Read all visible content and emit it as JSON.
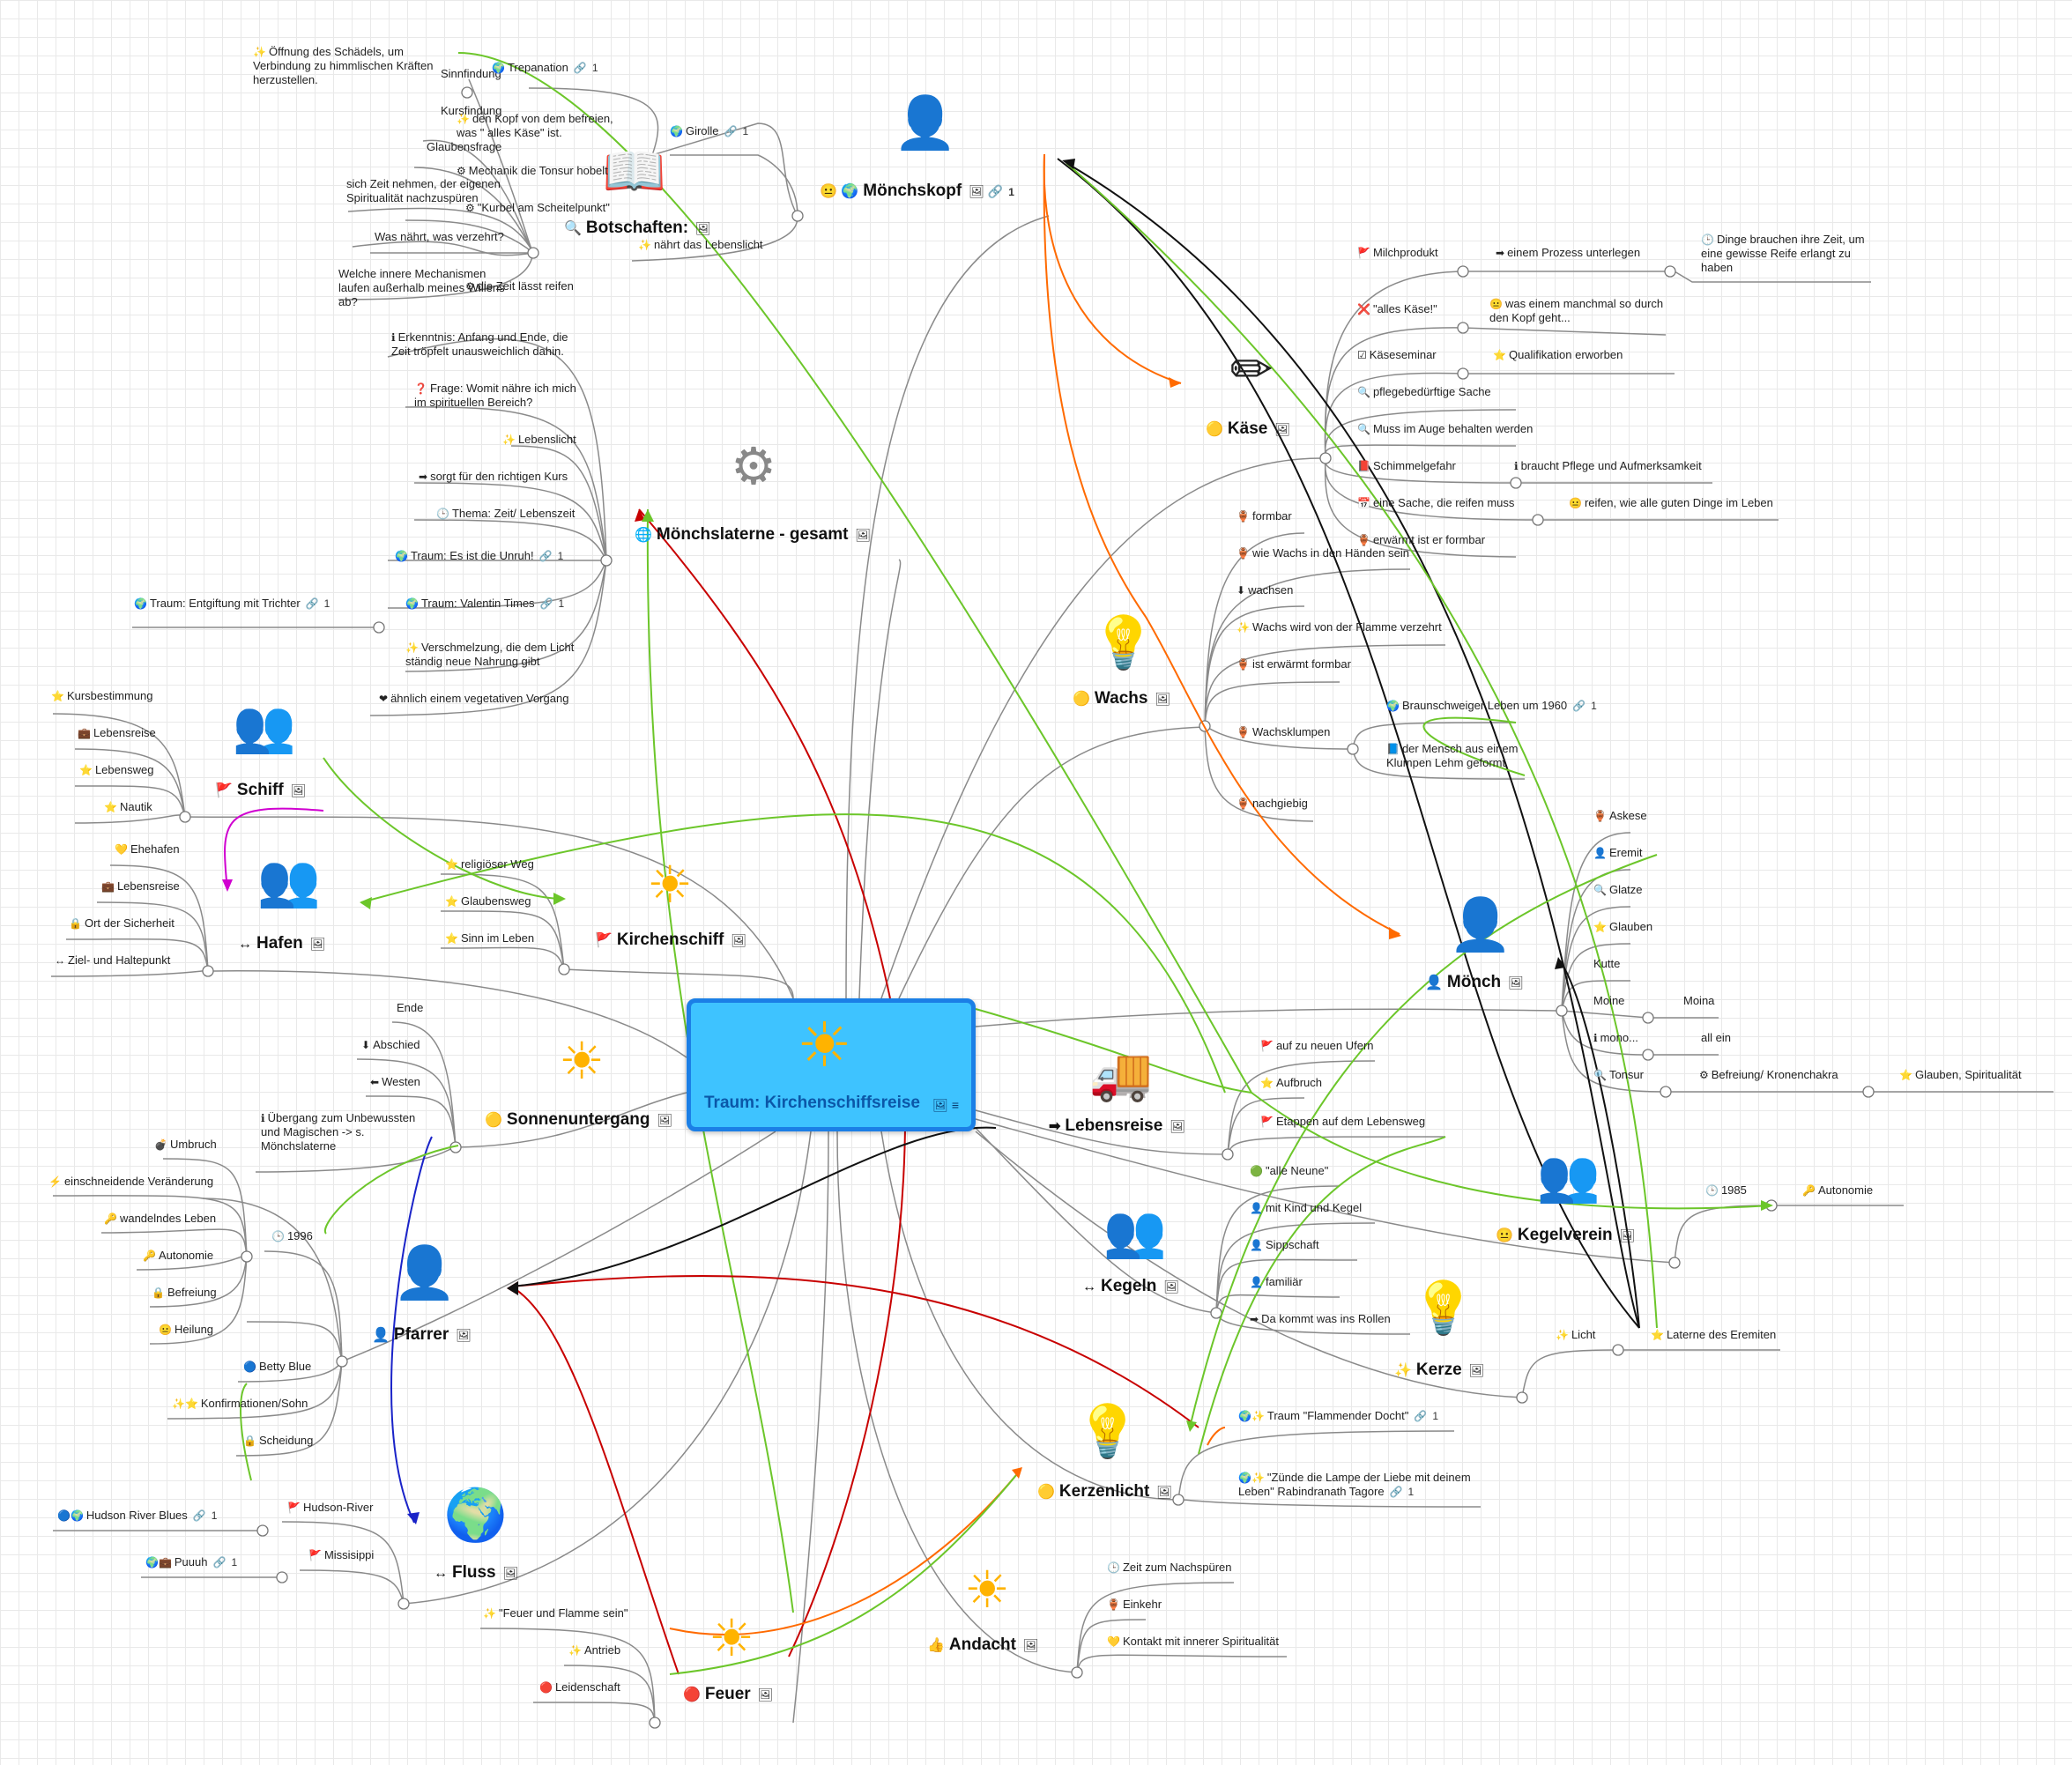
{
  "central": {
    "label": "Traum: Kirchenschiffsreise",
    "icon": "sun-icon",
    "tools": "🖼 ≡"
  },
  "colors": {
    "center_fill": "#3ec3ff",
    "center_border": "#1b7fe6",
    "green": "#6cc62a",
    "red": "#c80000",
    "orange": "#ff6a00",
    "black": "#111111",
    "blue": "#1a23c8",
    "magenta": "#d000d0",
    "line": "#8a8a8a"
  },
  "topics": {
    "moenchskopf": {
      "label": "Mönchskopf",
      "icons": "😐 🌍",
      "link_count": "1"
    },
    "botschaften": {
      "label": "Botschaften:",
      "icons": "🔍"
    },
    "moenchslaterne": {
      "label": "Mönchslaterne - gesamt",
      "icons": "🌐"
    },
    "kaese": {
      "label": "Käse",
      "icons": "🟡"
    },
    "wachs": {
      "label": "Wachs",
      "icons": "🟡"
    },
    "moench": {
      "label": "Mönch",
      "icons": "👤"
    },
    "schiff": {
      "label": "Schiff",
      "icons": "🚩"
    },
    "hafen": {
      "label": "Hafen",
      "icons": "↔"
    },
    "kirchenschiff": {
      "label": "Kirchenschiff",
      "icons": "🚩"
    },
    "sonnenuntergang": {
      "label": "Sonnenuntergang",
      "icons": "🟡"
    },
    "lebensreise": {
      "label": "Lebensreise",
      "icons": "➡"
    },
    "kegelverein": {
      "label": "Kegelverein",
      "icons": "😐"
    },
    "kegeln": {
      "label": "Kegeln",
      "icons": "↔"
    },
    "pfarrer": {
      "label": "Pfarrer",
      "icons": "👤"
    },
    "kerze": {
      "label": "Kerze",
      "icons": "✨"
    },
    "kerzenlicht": {
      "label": "Kerzenlicht",
      "icons": "🟡"
    },
    "fluss": {
      "label": "Fluss",
      "icons": "↔"
    },
    "andacht": {
      "label": "Andacht",
      "icons": "👍"
    },
    "feuer": {
      "label": "Feuer",
      "icons": "🔴"
    }
  },
  "glyphs": {
    "moenchskopf": "👤",
    "botschaften": "📖",
    "moenchslaterne": "⚙",
    "kaese": "✏",
    "wachs": "💡",
    "moench": "👤",
    "schiff": "👥",
    "hafen": "👥",
    "kirchenschiff": "☀",
    "sonnenuntergang": "☀",
    "lebensreise": "🚚",
    "kegelverein": "👥",
    "kegeln": "👥",
    "pfarrer": "👤",
    "kerze": "💡",
    "kerzenlicht": "💡",
    "fluss": "🌍",
    "andacht": "☀",
    "feuer": "☀"
  },
  "leaves": {
    "oeffnung": {
      "icon": "✨",
      "text": "Öffnung des Schädels, um Verbindung zu himmlischen Kräften herzustellen."
    },
    "sinnfindung": {
      "text": "Sinnfindung"
    },
    "trepanation": {
      "icon": "🌍",
      "text": "Trepanation",
      "count": "1"
    },
    "kursfindung": {
      "text": "Kursfindung"
    },
    "kopf_befreien": {
      "icon": "✨",
      "text": "den Kopf von dem befreien, was \" alles Käse\" ist."
    },
    "glaubensfrage": {
      "text": "Glaubensfrage"
    },
    "girolle": {
      "icon": "🌍",
      "text": "Girolle",
      "count": "1"
    },
    "tonsur_hobelt": {
      "icon": "⚙",
      "text": "Mechanik die Tonsur hobelt"
    },
    "sich_zeit": {
      "text": "sich Zeit nehmen, der eigenen Spiritualität nachzuspüren"
    },
    "kurbel": {
      "icon": "⚙",
      "text": "\"Kurbel am Scheitelpunkt\""
    },
    "was_naehrt": {
      "text": "Was nährt, was verzehrt?"
    },
    "naehrt_lebenslicht": {
      "icon": "✨",
      "text": "nährt das Lebenslicht"
    },
    "welche_mech": {
      "text": "Welche innere Mechanismen laufen außerhalb meines Willens ab?"
    },
    "die_zeit": {
      "icon": "⚙",
      "text": "die Zeit lässt reifen"
    },
    "erkenntnis": {
      "icon": "ℹ",
      "text": "Erkenntnis: Anfang und Ende, die Zeit tröpfelt unausweichlich dahin."
    },
    "frage": {
      "icon": "❓",
      "text": "Frage: Womit nähre ich mich im spirituellen Bereich?"
    },
    "lebenslicht": {
      "icon": "✨",
      "text": "Lebenslicht"
    },
    "sorgt_kurs": {
      "icon": "➡",
      "text": "sorgt für den richtigen Kurs"
    },
    "thema_zeit": {
      "icon": "🕒",
      "text": "Thema: Zeit/ Lebenszeit"
    },
    "traum_unruh": {
      "icon": "🌍",
      "text": "Traum: Es ist die Unruh!",
      "count": "1"
    },
    "traum_valentin": {
      "icon": "🌍",
      "text": "Traum: Valentin Times",
      "count": "1"
    },
    "traum_entgiftung": {
      "icon": "🌍",
      "text": "Traum: Entgiftung mit Trichter",
      "count": "1"
    },
    "verschmelzung": {
      "icon": "✨",
      "text": "Verschmelzung, die dem Licht ständig neue Nahrung gibt"
    },
    "vegetativ": {
      "icon": "❤",
      "text": "ähnlich einem vegetativen Vorgang"
    },
    "milchprodukt": {
      "icon": "🚩",
      "text": "Milchprodukt"
    },
    "prozess": {
      "icon": "➡",
      "text": "einem Prozess unterlegen"
    },
    "dinge_zeit": {
      "icon": "🕒",
      "text": "Dinge brauchen ihre Zeit, um eine gewisse Reife erlangt zu haben"
    },
    "alles_kaese": {
      "icon": "❌",
      "text": "\"alles Käse!\""
    },
    "was_einem": {
      "icon": "😐",
      "text": "was einem manchmal so durch den Kopf geht..."
    },
    "kaeseseminar": {
      "icon": "☑",
      "text": "Käseseminar"
    },
    "qualifikation": {
      "icon": "⭐",
      "text": "Qualifikation erworben"
    },
    "pflege_sache": {
      "icon": "🔍",
      "text": "pflegebedürftige Sache"
    },
    "muss_auge": {
      "icon": "🔍",
      "text": "Muss im Auge behalten werden"
    },
    "schimmel": {
      "icon": "📕",
      "text": "Schimmelgefahr"
    },
    "braucht_pflege": {
      "icon": "ℹ",
      "text": "braucht Pflege und Aufmerksamkeit"
    },
    "eine_sache": {
      "icon": "📅",
      "text": "eine Sache, die reifen muss"
    },
    "reifen": {
      "icon": "😐",
      "text": "reifen, wie alle guten Dinge im Leben"
    },
    "erwaermt_formbar": {
      "icon": "🏺",
      "text": "erwärmt ist er formbar"
    },
    "formbar": {
      "icon": "🏺",
      "text": "formbar"
    },
    "wie_wachs": {
      "icon": "🏺",
      "text": "wie Wachs in den Händen sein"
    },
    "wachsen": {
      "icon": "⬇",
      "text": "wachsen"
    },
    "wachs_flamme": {
      "icon": "✨",
      "text": "Wachs wird von der Flamme verzehrt"
    },
    "ist_erwaermt": {
      "icon": "🏺",
      "text": "ist erwärmt formbar"
    },
    "braunschweiger": {
      "icon": "🌍",
      "text": "Braunschweiger Leben um 1960",
      "count": "1"
    },
    "wachsklumpen": {
      "icon": "🏺",
      "text": "Wachsklumpen"
    },
    "mensch_klumpen": {
      "icon": "📘",
      "text": "der Mensch aus einem Klumpen Lehm geformt"
    },
    "nachgiebig": {
      "icon": "🏺",
      "text": "nachgiebig"
    },
    "askese": {
      "icon": "🏺",
      "text": "Askese"
    },
    "eremit": {
      "icon": "👤",
      "text": "Eremit"
    },
    "glatze": {
      "icon": "🔍",
      "text": "Glatze"
    },
    "glauben": {
      "icon": "⭐",
      "text": "Glauben"
    },
    "kutte": {
      "text": "Kutte"
    },
    "moine": {
      "text": "Moine"
    },
    "moina": {
      "text": "Moina"
    },
    "mono": {
      "icon": "ℹ",
      "text": "mono..."
    },
    "all_ein": {
      "text": "all ein"
    },
    "tonsur": {
      "icon": "🔍",
      "text": "Tonsur"
    },
    "befreiung_krone": {
      "icon": "⚙",
      "text": "Befreiung/ Kronenchakra"
    },
    "glauben_spirit": {
      "icon": "⭐",
      "text": "Glauben, Spiritualität"
    },
    "kursbestimmung": {
      "icon": "⭐",
      "text": "Kursbestimmung"
    },
    "lebensreise_s": {
      "icon": "💼",
      "text": "Lebensreise"
    },
    "lebensweg": {
      "icon": "⭐",
      "text": "Lebensweg"
    },
    "nautik": {
      "icon": "⭐",
      "text": "Nautik"
    },
    "ehehafen": {
      "icon": "💛",
      "text": "Ehehafen"
    },
    "lebensreise_h": {
      "icon": "💼",
      "text": "Lebensreise"
    },
    "ort_sicherheit": {
      "icon": "🔒",
      "text": "Ort der Sicherheit"
    },
    "ziel_halte": {
      "icon": "↔",
      "text": "Ziel- und Haltepunkt"
    },
    "religioeser_weg": {
      "icon": "⭐",
      "text": "religiöser Weg"
    },
    "glaubensweg": {
      "icon": "⭐",
      "text": "Glaubensweg"
    },
    "sinn_leben": {
      "icon": "⭐",
      "text": "Sinn im Leben"
    },
    "ende": {
      "text": "Ende"
    },
    "abschied": {
      "icon": "⬇",
      "text": "Abschied"
    },
    "westen": {
      "icon": "⬅",
      "text": "Westen"
    },
    "uebergang": {
      "icon": "ℹ",
      "text": "Übergang zum Unbewussten und Magischen -> s. Mönchslaterne"
    },
    "auf_zu": {
      "icon": "🚩",
      "text": "auf zu neuen Ufern"
    },
    "aufbruch": {
      "icon": "⭐",
      "text": "Aufbruch"
    },
    "etappen": {
      "icon": "🚩",
      "text": "Etappen auf dem Lebensweg"
    },
    "y1985": {
      "icon": "🕒",
      "text": "1985"
    },
    "autonomie_k": {
      "icon": "🔑",
      "text": "Autonomie"
    },
    "alle_neune": {
      "icon": "🟢",
      "text": "\"alle Neune\""
    },
    "mit_kind": {
      "icon": "👤",
      "text": "mit Kind und Kegel"
    },
    "sippschaft": {
      "icon": "👤",
      "text": "Sippschaft"
    },
    "familiaer": {
      "icon": "👤",
      "text": "familiär"
    },
    "da_kommt": {
      "icon": "➡",
      "text": "Da kommt was ins Rollen"
    },
    "umbruch": {
      "icon": "💣",
      "text": "Umbruch"
    },
    "einschneidend": {
      "icon": "⚡",
      "text": "einschneidende Veränderung"
    },
    "wandelndes": {
      "icon": "🔑",
      "text": "wandelndes Leben"
    },
    "autonomie_p": {
      "icon": "🔑",
      "text": "Autonomie"
    },
    "y1996": {
      "icon": "🕒",
      "text": "1996"
    },
    "befreiung_p": {
      "icon": "🔒",
      "text": "Befreiung"
    },
    "heilung": {
      "icon": "😐",
      "text": "Heilung"
    },
    "betty": {
      "icon": "🔵",
      "text": "Betty Blue"
    },
    "konfirmation": {
      "icon": "✨⭐",
      "text": "Konfirmationen/Sohn"
    },
    "scheidung": {
      "icon": "🔒",
      "text": "Scheidung"
    },
    "licht": {
      "icon": "✨",
      "text": "Licht"
    },
    "laterne_eremiten": {
      "icon": "⭐",
      "text": "Laterne des Eremiten"
    },
    "traum_flamm": {
      "icon": "🌍✨",
      "text": "Traum \"Flammender Docht\"",
      "count": "1"
    },
    "zuende": {
      "icon": "🌍✨",
      "text": "\"Zünde die Lampe der Liebe mit deinem Leben\" Rabindranath Tagore",
      "count": "1"
    },
    "hudson_blues": {
      "icon": "🔵🌍",
      "text": "Hudson River Blues",
      "count": "1"
    },
    "hudson_river": {
      "icon": "🚩",
      "text": "Hudson-River"
    },
    "puuuh": {
      "icon": "🌍💼",
      "text": "Puuuh",
      "count": "1"
    },
    "missisippi": {
      "icon": "🚩",
      "text": "Missisippi"
    },
    "zeit_nachsp": {
      "icon": "🕒",
      "text": "Zeit zum Nachspüren"
    },
    "einkehr": {
      "icon": "🏺",
      "text": "Einkehr"
    },
    "kontakt": {
      "icon": "💛",
      "text": "Kontakt mit innerer Spiritualität"
    },
    "feuer_flamme": {
      "icon": "✨",
      "text": "\"Feuer und Flamme sein\""
    },
    "antrieb": {
      "icon": "✨",
      "text": "Antrieb"
    },
    "leidenschaft": {
      "icon": "🔴",
      "text": "Leidenschaft"
    }
  }
}
